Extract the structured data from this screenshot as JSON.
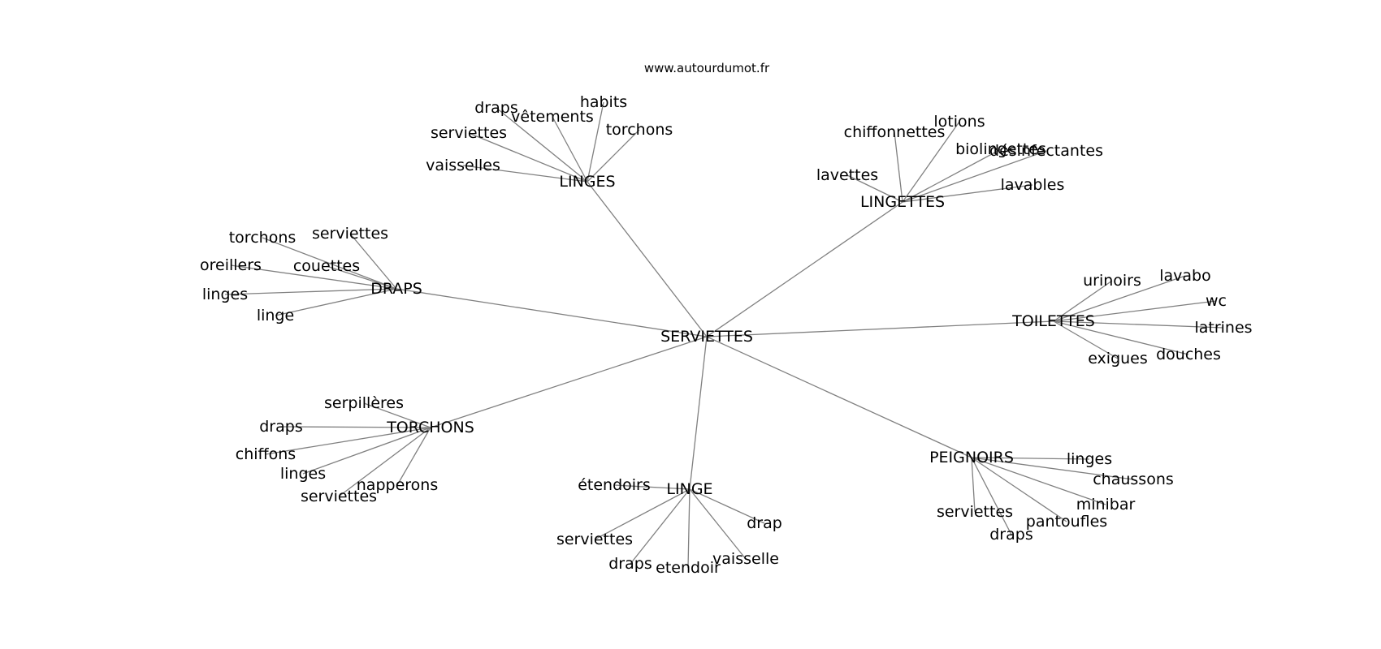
{
  "source": "www.autourdumot.fr",
  "graph": {
    "center": "SERVIETTES",
    "clusters": [
      {
        "label": "LINGES",
        "leaves": [
          "draps",
          "vêtements",
          "habits",
          "torchons",
          "serviettes",
          "vaisselles"
        ]
      },
      {
        "label": "LINGETTES",
        "leaves": [
          "chiffonnettes",
          "lotions",
          "biolingettes",
          "désinfectantes",
          "lavettes",
          "lavables"
        ]
      },
      {
        "label": "DRAPS",
        "leaves": [
          "torchons",
          "serviettes",
          "oreillers",
          "couettes",
          "linges",
          "linge"
        ]
      },
      {
        "label": "TOILETTES",
        "leaves": [
          "urinoirs",
          "lavabo",
          "wc",
          "latrines",
          "exigues",
          "douches"
        ]
      },
      {
        "label": "TORCHONS",
        "leaves": [
          "serpillères",
          "draps",
          "chiffons",
          "linges",
          "serviettes",
          "napperons"
        ]
      },
      {
        "label": "LINGE",
        "leaves": [
          "étendoirs",
          "drap",
          "serviettes",
          "draps",
          "etendoir",
          "vaisselle"
        ]
      },
      {
        "label": "PEIGNOIRS",
        "leaves": [
          "linges",
          "chaussons",
          "minibar",
          "pantoufles",
          "serviettes",
          "draps"
        ]
      }
    ]
  }
}
